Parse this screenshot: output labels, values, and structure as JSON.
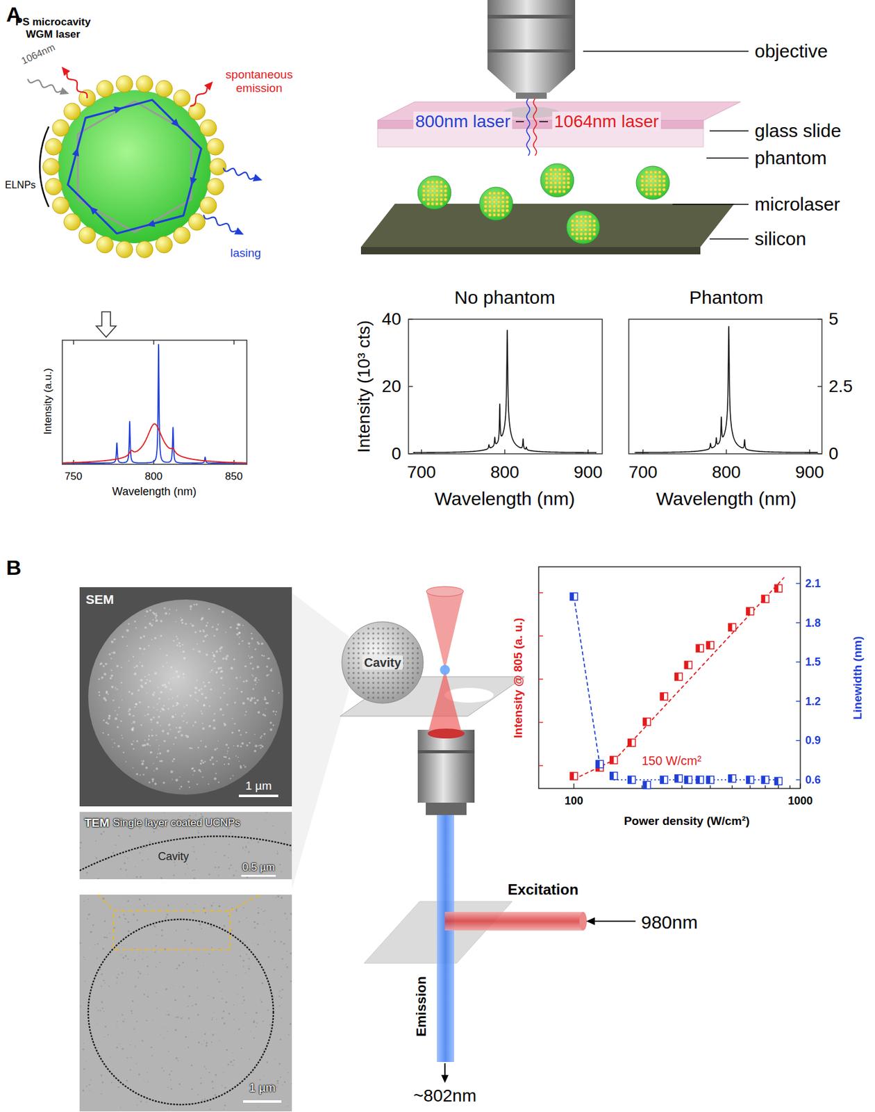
{
  "diagram": {
    "nodes": [
      {
        "text": [
          "SEM",
          "1 µm"
        ]
      },
      {
        "text": [
          "TEM",
          "Single layer coated UCNPs",
          "Cavity",
          "0.5 µm"
        ]
      },
      {
        "text": [
          "1 µm"
        ]
      },
      {
        "text": [
          "Cavity"
        ]
      }
    ],
    "labels": [
      "A",
      "PS microcavity WGM laser",
      "1064nm",
      "spontaneous emission",
      "ELNPs",
      "lasing",
      "Intensity (a.u.)",
      "750",
      "800",
      "850",
      "Wavelength (nm)",
      "objective",
      "800nm laser",
      "1064nm laser",
      "glass slide",
      "phantom",
      "microlaser",
      "silicon",
      "No phantom",
      "Phantom",
      "Intensity (10³ cts)",
      "40",
      "20",
      "0",
      "700",
      "800",
      "900",
      "Wavelength (nm)",
      "5",
      "2.5",
      "0",
      "700",
      "800",
      "900",
      "Wavelength (nm)",
      "B",
      "Excitation",
      "980nm",
      "Emission",
      "~802nm",
      "Intensity @ 805 (a. u.)",
      "Linewidth (nm)",
      "2.1",
      "1.8",
      "1.5",
      "1.2",
      "0.9",
      "0.6",
      "150 W/cm²",
      "100",
      "1000",
      "Power density (W/cm²)"
    ]
  }
}
